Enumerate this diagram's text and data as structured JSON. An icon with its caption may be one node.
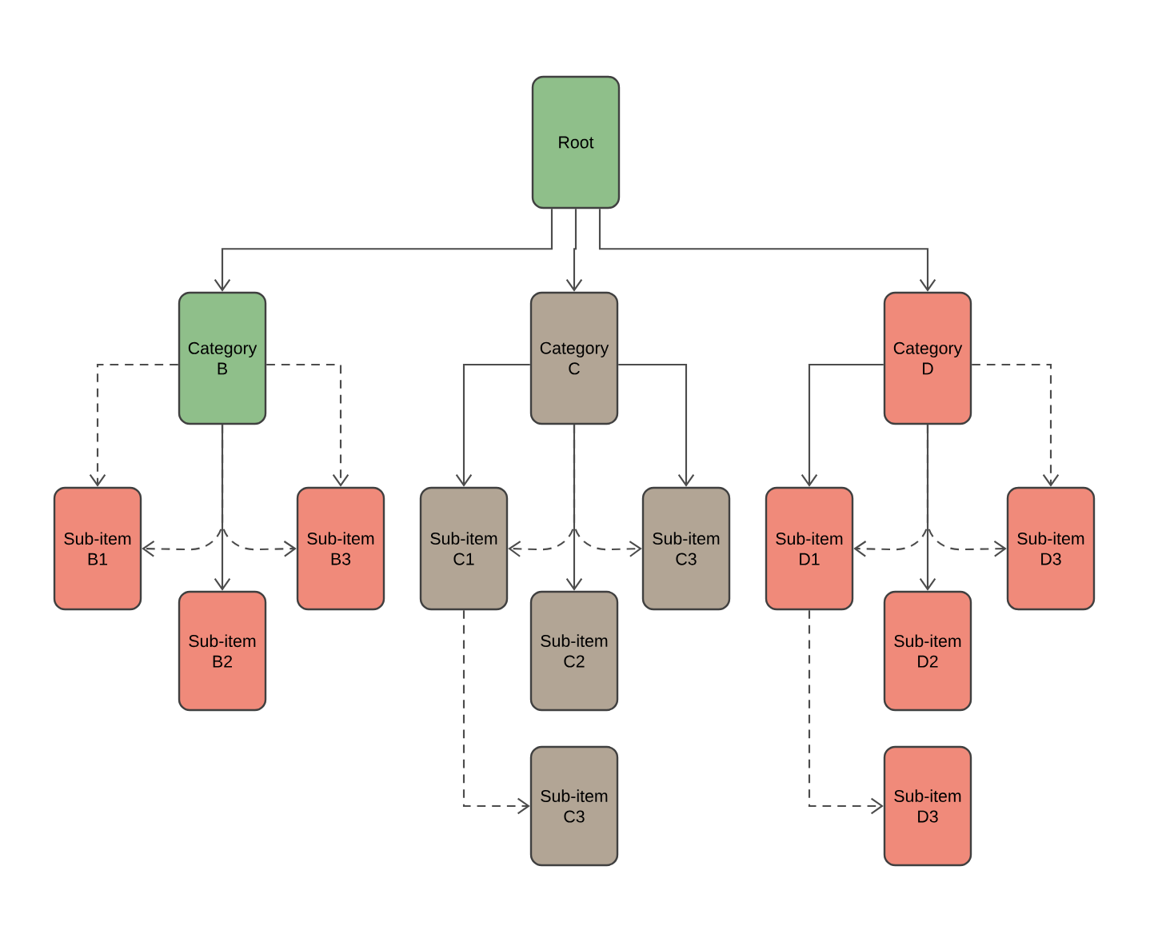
{
  "diagram": {
    "nodes": [
      {
        "text": [
          "Root"
        ]
      },
      {
        "text": [
          "Category B"
        ]
      },
      {
        "text": [
          "Category C"
        ]
      },
      {
        "text": [
          "Category D"
        ]
      },
      {
        "text": [
          "Sub-item B1"
        ]
      },
      {
        "text": [
          "Sub-item B3"
        ]
      },
      {
        "text": [
          "Sub-item C1"
        ]
      },
      {
        "text": [
          "Sub-item C3"
        ]
      },
      {
        "text": [
          "Sub-item D1"
        ]
      },
      {
        "text": [
          "Sub-item D3"
        ]
      },
      {
        "text": [
          "Sub-item B2"
        ]
      },
      {
        "text": [
          "Sub-item C2"
        ]
      },
      {
        "text": [
          "Sub-item D2"
        ]
      },
      {
        "text": [
          "Sub-item C3"
        ]
      },
      {
        "text": [
          "Sub-item D3"
        ]
      }
    ],
    "edges": [
      {
        "from": 0,
        "to": 1,
        "arrow": "to"
      },
      {
        "from": 0,
        "to": 2,
        "arrow": "to"
      },
      {
        "from": 0,
        "to": 3,
        "arrow": "to"
      },
      {
        "from": 1,
        "to": 4,
        "arrow": "to",
        "style": "dashed"
      },
      {
        "from": 1,
        "to": 5,
        "arrow": "to",
        "style": "dashed"
      },
      {
        "from": 1,
        "to": 10,
        "arrow": "to"
      },
      {
        "from": 1,
        "to": 4,
        "arrow": "to",
        "style": "dashed"
      },
      {
        "from": 1,
        "to": 5,
        "arrow": "to",
        "style": "dashed"
      },
      {
        "from": 2,
        "to": 6,
        "arrow": "to"
      },
      {
        "from": 2,
        "to": 7,
        "arrow": "to"
      },
      {
        "from": 2,
        "to": 11,
        "arrow": "to"
      },
      {
        "from": 2,
        "to": 6,
        "arrow": "to",
        "style": "dashed"
      },
      {
        "from": 2,
        "to": 7,
        "arrow": "to",
        "style": "dashed"
      },
      {
        "from": 6,
        "to": 13,
        "arrow": "to",
        "style": "dashed"
      },
      {
        "from": 3,
        "to": 8,
        "arrow": "to"
      },
      {
        "from": 3,
        "to": 9,
        "arrow": "to",
        "style": "dashed"
      },
      {
        "from": 3,
        "to": 12,
        "arrow": "to"
      },
      {
        "from": 3,
        "to": 8,
        "arrow": "to",
        "style": "dashed"
      },
      {
        "from": 3,
        "to": 9,
        "arrow": "to",
        "style": "dashed"
      },
      {
        "from": 8,
        "to": 14,
        "arrow": "to",
        "style": "dashed"
      }
    ]
  }
}
